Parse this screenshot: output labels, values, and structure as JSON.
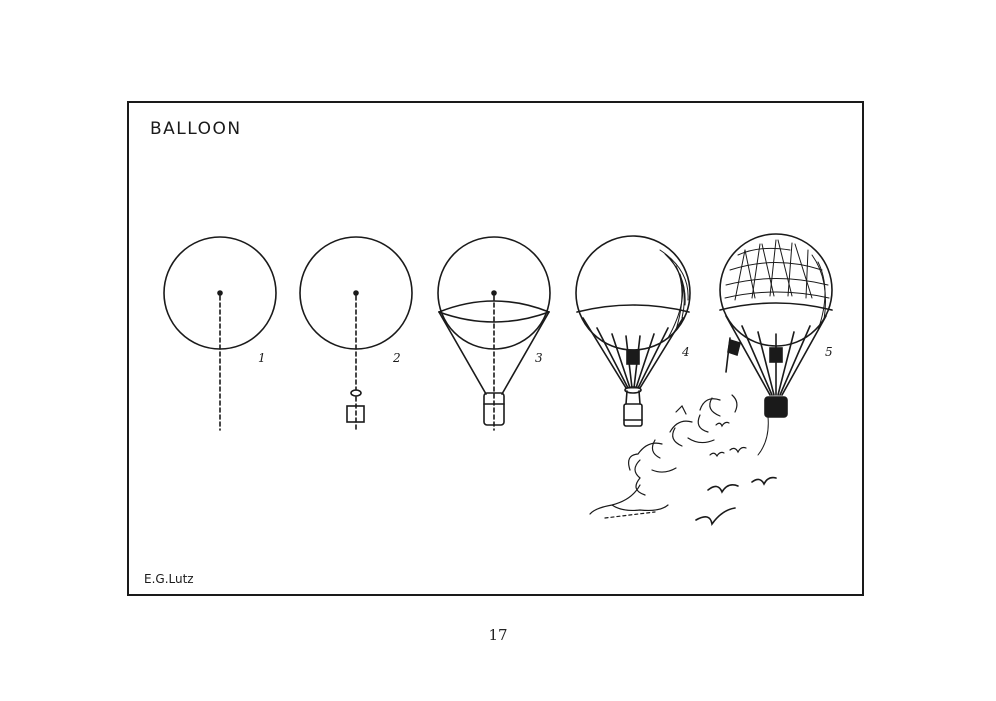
{
  "page": {
    "title": "BALLOON",
    "signature": "E.G.Lutz",
    "page_number": "17"
  },
  "steps": [
    {
      "label": "1",
      "name": "circle with center and vertical guide line"
    },
    {
      "label": "2",
      "name": "ring and basket added"
    },
    {
      "label": "3",
      "name": "netting and basket shape"
    },
    {
      "label": "4",
      "name": "shaded balloon with ropes"
    },
    {
      "label": "5",
      "name": "finished balloon with net, clouds and birds"
    }
  ],
  "colors": {
    "ink": "#1a1a1a",
    "paper": "#ffffff"
  }
}
